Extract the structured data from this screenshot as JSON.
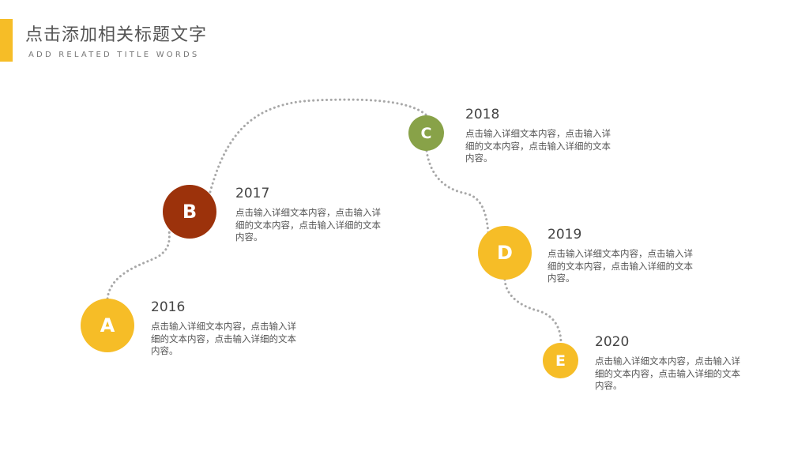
{
  "header": {
    "title": "点击添加相关标题文字",
    "subtitle": "ADD RELATED TITLE WORDS"
  },
  "colors": {
    "accent": "#F6BD27",
    "dark_red": "#9C320B",
    "olive_green": "#88A248",
    "path_dots": "#A8A8A8"
  },
  "milestones": [
    {
      "letter": "A",
      "year": "2016",
      "text": "点击输入详细文本内容，点击输入详细的文本内容，点击输入详细的文本内容。",
      "color": "#F6BD27"
    },
    {
      "letter": "B",
      "year": "2017",
      "text": "点击输入详细文本内容，点击输入详细的文本内容，点击输入详细的文本内容。",
      "color": "#9C320B"
    },
    {
      "letter": "C",
      "year": "2018",
      "text": "点击输入详细文本内容，点击输入详细的文本内容，点击输入详细的文本内容。",
      "color": "#88A248"
    },
    {
      "letter": "D",
      "year": "2019",
      "text": "点击输入详细文本内容，点击输入详细的文本内容，点击输入详细的文本内容。",
      "color": "#F6BD27"
    },
    {
      "letter": "E",
      "year": "2020",
      "text": "点击输入详细文本内容，点击输入详细的文本内容，点击输入详细的文本内容。",
      "color": "#F6BD27"
    }
  ]
}
